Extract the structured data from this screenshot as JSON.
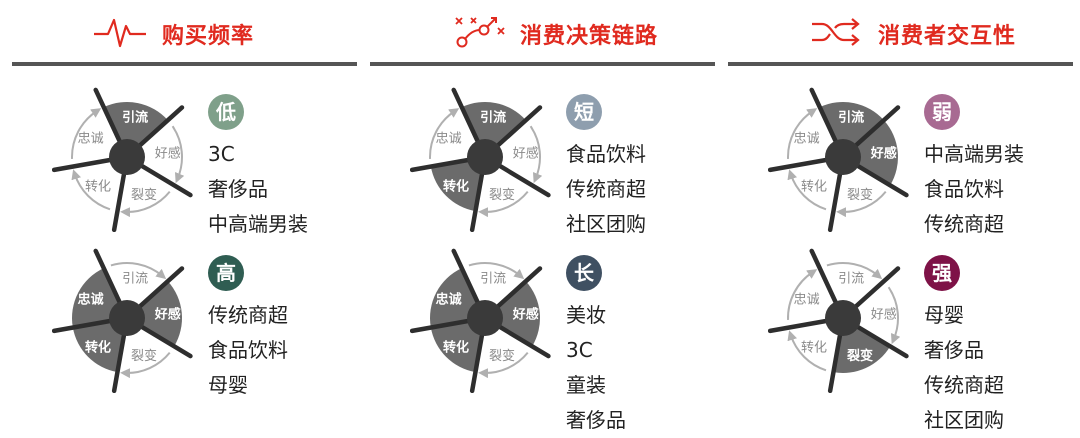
{
  "stage_labels": [
    "引流",
    "好感",
    "裂变",
    "转化",
    "忠诚"
  ],
  "colors": {
    "accent": "#e02a1f",
    "rule": "#555555",
    "active_sector": "#6b6b6b",
    "hub": "#3a3a3a",
    "spoke": "#2e2e2e",
    "inactive_arc": "#b0b0b0",
    "badges": {
      "low": "#7fa08a",
      "high": "#2f5d52",
      "short": "#8e9eae",
      "long": "#3f5062",
      "weak": "#a86a92",
      "strong": "#7e1247"
    }
  },
  "columns": [
    {
      "title": "购买频率",
      "icon": "pulse-icon",
      "blocks": [
        {
          "badge": "低",
          "badge_color_key": "low",
          "active": [
            "引流"
          ],
          "items": [
            "3C",
            "奢侈品",
            "中高端男装"
          ]
        },
        {
          "badge": "高",
          "badge_color_key": "high",
          "active": [
            "好感",
            "转化",
            "忠诚"
          ],
          "items": [
            "传统商超",
            "食品饮料",
            "母婴"
          ]
        }
      ]
    },
    {
      "title": "消费决策链路",
      "icon": "route-icon",
      "blocks": [
        {
          "badge": "短",
          "badge_color_key": "short",
          "active": [
            "引流",
            "转化"
          ],
          "items": [
            "食品饮料",
            "传统商超",
            "社区团购"
          ]
        },
        {
          "badge": "长",
          "badge_color_key": "long",
          "active": [
            "好感",
            "转化",
            "忠诚"
          ],
          "items": [
            "美妆",
            "3C",
            "童装",
            "奢侈品"
          ]
        }
      ]
    },
    {
      "title": "消费者交互性",
      "icon": "shuffle-icon",
      "blocks": [
        {
          "badge": "弱",
          "badge_color_key": "weak",
          "active": [
            "引流",
            "好感"
          ],
          "items": [
            "中高端男装",
            "食品饮料",
            "传统商超"
          ]
        },
        {
          "badge": "强",
          "badge_color_key": "strong",
          "active": [
            "裂变"
          ],
          "items": [
            "母婴",
            "奢侈品",
            "传统商超",
            "社区团购"
          ]
        }
      ]
    }
  ]
}
